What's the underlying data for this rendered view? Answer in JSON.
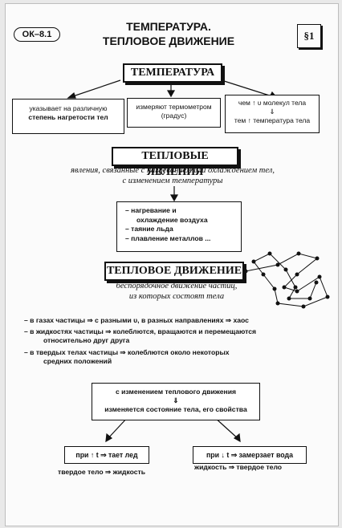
{
  "header": {
    "code": "ОК–8.1",
    "title_line1": "ТЕМПЕРАТУРА.",
    "title_line2": "ТЕПЛОВОЕ ДВИЖЕНИЕ",
    "section": "§1"
  },
  "temperature": {
    "heading": "ТЕМПЕРАТУРА",
    "left_box": [
      "указывает на различную",
      "степень нагретости тел"
    ],
    "mid_box": [
      "измеряют термометром",
      "(градус)"
    ],
    "right_box": {
      "line1": "чем ↑ υ молекул тела",
      "arrow": "⇓",
      "line2": "тем ↑ температура тела"
    }
  },
  "phenomena": {
    "heading": "ТЕПЛОВЫЕ ЯВЛЕНИЯ",
    "definition": [
      "явления, связанные с нагреванием или охлаждением тел,",
      "с изменением температуры"
    ],
    "examples": [
      "– нагревание и",
      "охлаждение воздуха",
      "– таяние льда",
      "– плавление металлов ..."
    ]
  },
  "motion": {
    "heading": "ТЕПЛОВОЕ ДВИЖЕНИЕ",
    "definition": [
      "беспорядочное движение частиц,",
      "из которых состоят тела"
    ],
    "items": [
      {
        "lines": [
          "– в газах частицы ⇒ с разными υ, в разных направлениях ⇒ хаос"
        ]
      },
      {
        "lines": [
          "– в жидкостях частицы ⇒ колеблются, вращаются и перемещаются",
          "относительно друг друга"
        ]
      },
      {
        "lines": [
          "– в твердых телах частицы ⇒ колеблются около некоторых",
          "средних положений"
        ]
      }
    ]
  },
  "change": {
    "line1": "с изменением теплового движения",
    "arrow": "⇓",
    "line2": "изменяется состояние тела, его свойства"
  },
  "outcomes": {
    "left_box": "при ↑ t ⇒ тает лед",
    "left_caption": "твердое тело ⇒ жидкость",
    "right_box": "при ↓ t ⇒ замерзает вода",
    "right_caption": "жидкость ⇒ твердое тело"
  }
}
